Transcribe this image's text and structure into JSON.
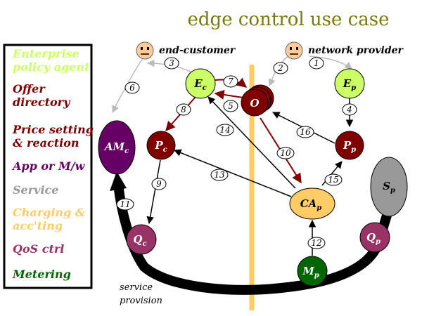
{
  "title": "edge control use case",
  "legend": [
    {
      "line1": "Enterprise",
      "line2": "policy agent",
      "color": "#ccff66"
    },
    {
      "line1": "Offer",
      "line2": "directory",
      "color": "#800000"
    },
    {
      "line1": "Price setting",
      "line2": "& reaction",
      "color": "#800000"
    },
    {
      "line1": "App or M/w",
      "line2": "",
      "color": "#660066"
    },
    {
      "line1": "Service",
      "line2": "",
      "color": "#999999"
    },
    {
      "line1": "Charging &",
      "line2": "acc'ting",
      "color": "#ffcc66"
    },
    {
      "line1": "QoS ctrl",
      "line2": "",
      "color": "#993366"
    },
    {
      "line1": "Metering",
      "line2": "",
      "color": "#006600"
    }
  ],
  "actors": {
    "end_customer": "end-customer",
    "network_provider": "network provider"
  },
  "nodes": {
    "Ec": {
      "main": "E",
      "sub": "c"
    },
    "Ep": {
      "main": "E",
      "sub": "p"
    },
    "O": {
      "main": "O",
      "sub": ""
    },
    "AMc": {
      "main": "AM",
      "sub": "c"
    },
    "Pc": {
      "main": "P",
      "sub": "c"
    },
    "Pp": {
      "main": "P",
      "sub": "p"
    },
    "CAp": {
      "main": "CA",
      "sub": "p"
    },
    "Sp": {
      "main": "S",
      "sub": "p"
    },
    "Qc": {
      "main": "Q",
      "sub": "c"
    },
    "Qp": {
      "main": "Q",
      "sub": "p"
    },
    "Mp": {
      "main": "M",
      "sub": "p"
    }
  },
  "steps": [
    "1",
    "2",
    "3",
    "4",
    "5",
    "6",
    "7",
    "8",
    "9",
    "10",
    "11",
    "12",
    "13",
    "14",
    "15",
    "16"
  ],
  "service_provision": {
    "line1": "service",
    "line2": "provision"
  },
  "colors": {
    "divider": "#ffcc66",
    "dark_red": "#800000",
    "green": "#006600",
    "purple": "#660066",
    "gray": "#999999",
    "orange": "#ffcc66",
    "qos": "#993366",
    "light_green": "#ccff66",
    "face": "#ffcc99"
  }
}
